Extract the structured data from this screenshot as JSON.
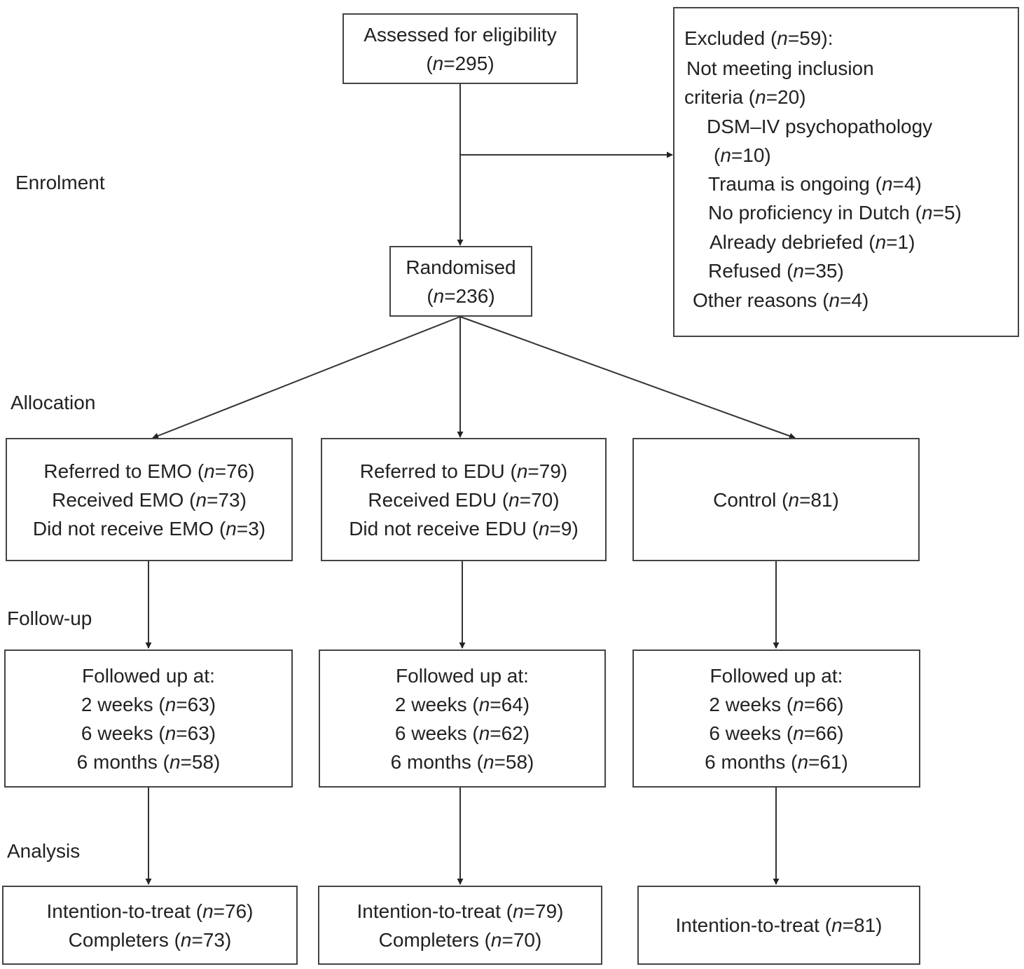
{
  "stages": {
    "enrolment": "Enrolment",
    "allocation": "Allocation",
    "follow_up": "Follow-up",
    "analysis": "Analysis"
  },
  "assessed": {
    "line1": "Assessed for eligibility",
    "line2_pre": "(",
    "line2_n": "n",
    "line2_post": "=295)"
  },
  "randomised": {
    "line1": "Randomised",
    "line2_pre": "(",
    "line2_n": "n",
    "line2_post": "=236)"
  },
  "excluded": {
    "l1_pre": "Excluded (",
    "l1_post": "=59):",
    "l2": "Not meeting inclusion",
    "l3_pre": "criteria (",
    "l3_post": "=20)",
    "l4": "DSM–IV psychopathology",
    "l5_pre": "(",
    "l5_post": "=10)",
    "l6_pre": "Trauma is ongoing (",
    "l6_post": "=4)",
    "l7_pre": "No proficiency in Dutch (",
    "l7_post": "=5)",
    "l8_pre": "Already debriefed (",
    "l8_post": "=1)",
    "l9_pre": "Refused (",
    "l9_post": "=35)",
    "l10_pre": "Other reasons (",
    "l10_post": "=4)"
  },
  "emo_alloc": {
    "l1_pre": "Referred to EMO (",
    "l1_post": "=76)",
    "l2_pre": "Received EMO (",
    "l2_post": "=73)",
    "l3_pre": "Did not receive EMO (",
    "l3_post": "=3)"
  },
  "edu_alloc": {
    "l1_pre": "Referred to EDU (",
    "l1_post": "=79)",
    "l2_pre": "Received EDU (",
    "l2_post": "=70)",
    "l3_pre": "Did not receive EDU (",
    "l3_post": "=9)"
  },
  "control_alloc": {
    "l1_pre": "Control (",
    "l1_post": "=81)"
  },
  "emo_follow": {
    "title": "Followed up at:",
    "l1_pre": "2 weeks (",
    "l1_post": "=63)",
    "l2_pre": "6 weeks (",
    "l2_post": "=63)",
    "l3_pre": "6 months (",
    "l3_post": "=58)"
  },
  "edu_follow": {
    "title": "Followed up at:",
    "l1_pre": "2 weeks (",
    "l1_post": "=64)",
    "l2_pre": "6 weeks (",
    "l2_post": "=62)",
    "l3_pre": "6 months (",
    "l3_post": "=58)"
  },
  "control_follow": {
    "title": "Followed up at:",
    "l1_pre": "2 weeks (",
    "l1_post": "=66)",
    "l2_pre": "6 weeks (",
    "l2_post": "=66)",
    "l3_pre": "6 months (",
    "l3_post": "=61)"
  },
  "emo_analysis": {
    "l1_pre": "Intention-to-treat (",
    "l1_post": "=76)",
    "l2_pre": "Completers (",
    "l2_post": "=73)"
  },
  "edu_analysis": {
    "l1_pre": "Intention-to-treat (",
    "l1_post": "=79)",
    "l2_pre": "Completers (",
    "l2_post": "=70)"
  },
  "control_analysis": {
    "l1_pre": "Intention-to-treat (",
    "l1_post": "=81)"
  },
  "n_symbol": "n"
}
